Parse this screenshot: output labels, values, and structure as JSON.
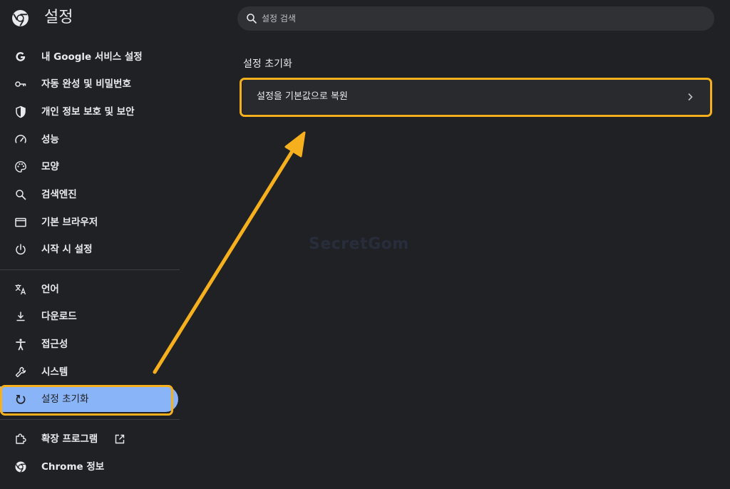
{
  "app": {
    "title": "설정",
    "logo_icon": "chrome-logo-icon"
  },
  "search": {
    "placeholder": "설정 검색",
    "value": ""
  },
  "sidebar": {
    "items": [
      {
        "label": "내 Google 서비스 설정",
        "icon": "google-g-icon"
      },
      {
        "label": "자동 완성 및 비밀번호",
        "icon": "key-icon"
      },
      {
        "label": "개인 정보 보호 및 보안",
        "icon": "shield-icon"
      },
      {
        "label": "성능",
        "icon": "speedometer-icon"
      },
      {
        "label": "모양",
        "icon": "palette-icon"
      },
      {
        "label": "검색엔진",
        "icon": "search-icon"
      },
      {
        "label": "기본 브라우저",
        "icon": "browser-window-icon"
      },
      {
        "label": "시작 시 설정",
        "icon": "power-icon"
      },
      {
        "label": "언어",
        "icon": "translate-icon"
      },
      {
        "label": "다운로드",
        "icon": "download-icon"
      },
      {
        "label": "접근성",
        "icon": "accessibility-icon"
      },
      {
        "label": "시스템",
        "icon": "wrench-icon"
      },
      {
        "label": "설정 초기화",
        "icon": "reset-icon",
        "active": true
      },
      {
        "label": "확장 프로그램",
        "icon": "puzzle-icon",
        "external_icon": "open-in-new-icon"
      },
      {
        "label": "Chrome 정보",
        "icon": "chrome-logo-icon"
      }
    ]
  },
  "main": {
    "section_title": "설정 초기화",
    "reset_row": {
      "label": "설정을 기본값으로 복원",
      "icon": "chevron-right-icon"
    }
  },
  "watermark": "SecretGom",
  "colors": {
    "background": "#202124",
    "surface": "#292a2d",
    "active": "#8ab4f8",
    "highlight": "#f6b01e",
    "text": "#e8eaed"
  }
}
